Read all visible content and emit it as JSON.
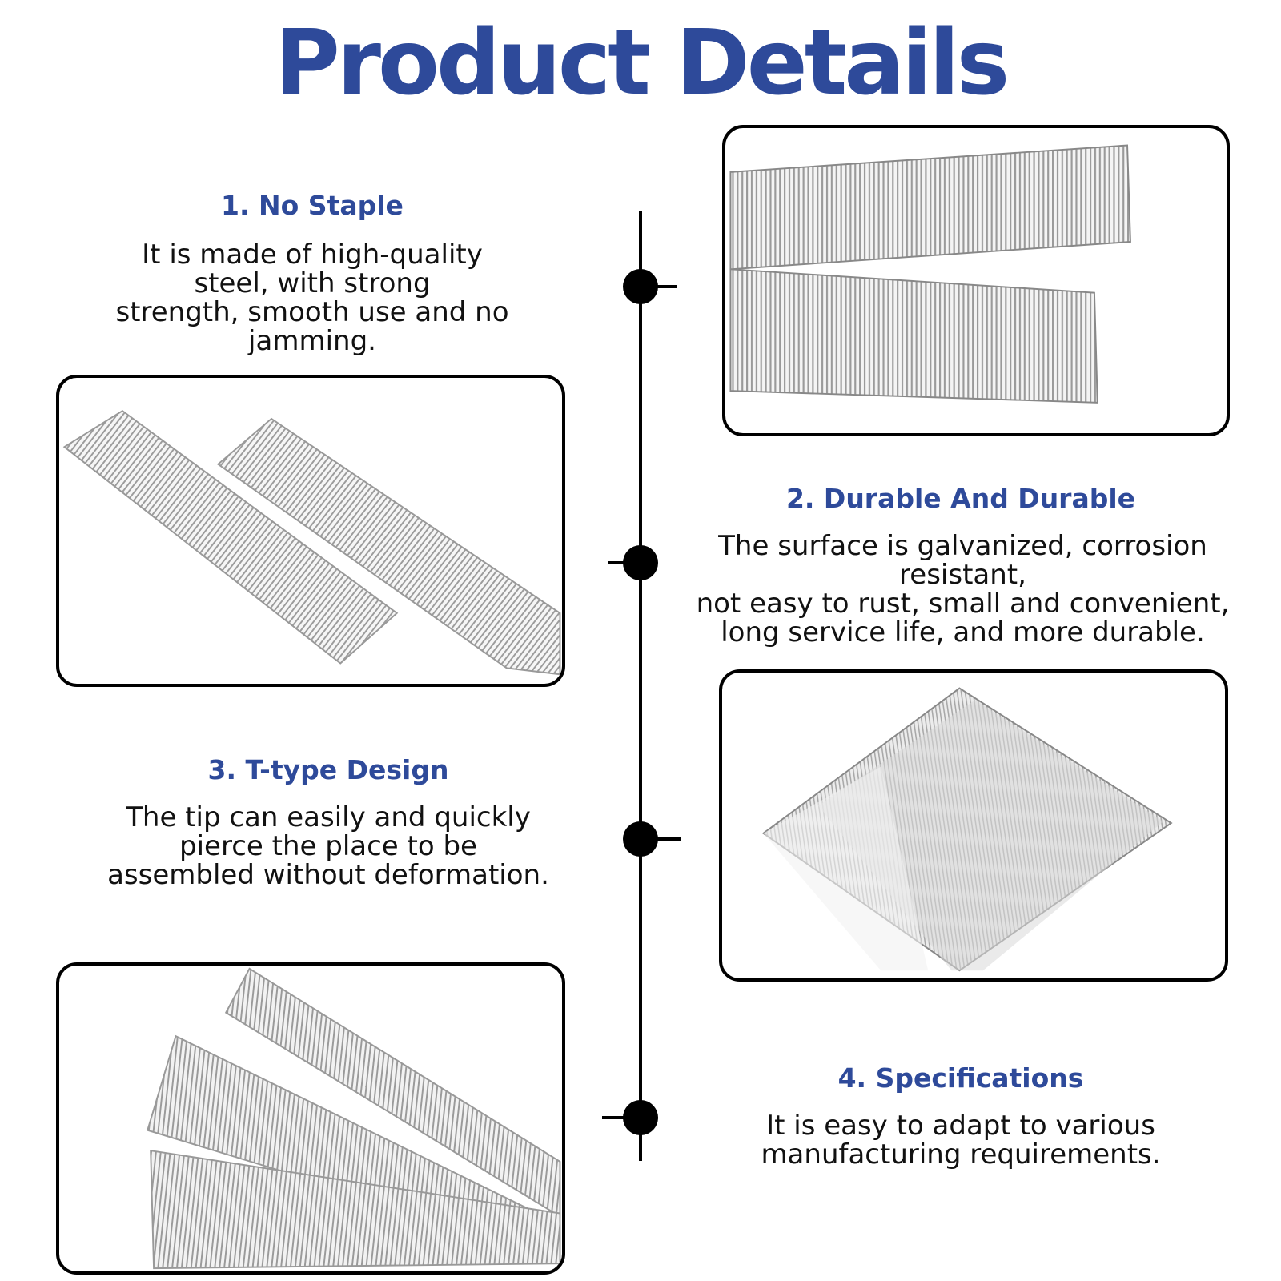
{
  "page_title": "Product Details",
  "features": [
    {
      "heading": "1.  No Staple",
      "description": "It is made of high-quality\nsteel, with strong\nstrength, smooth use and no jamming."
    },
    {
      "heading": "2.  Durable And Durable",
      "description": "The surface is galvanized, corrosion resistant,\nnot easy to rust, small and convenient,\nlong service life, and more durable."
    },
    {
      "heading": "3.  T-type Design",
      "description": "The tip can easily and quickly\npierce the place to be\nassembled without deformation."
    },
    {
      "heading": "4.  Specifications",
      "description": "It is easy to adapt to various\nmanufacturing requirements."
    }
  ],
  "colors": {
    "accent": "#2e4a9a",
    "line": "#000000",
    "frame": "#000000"
  }
}
